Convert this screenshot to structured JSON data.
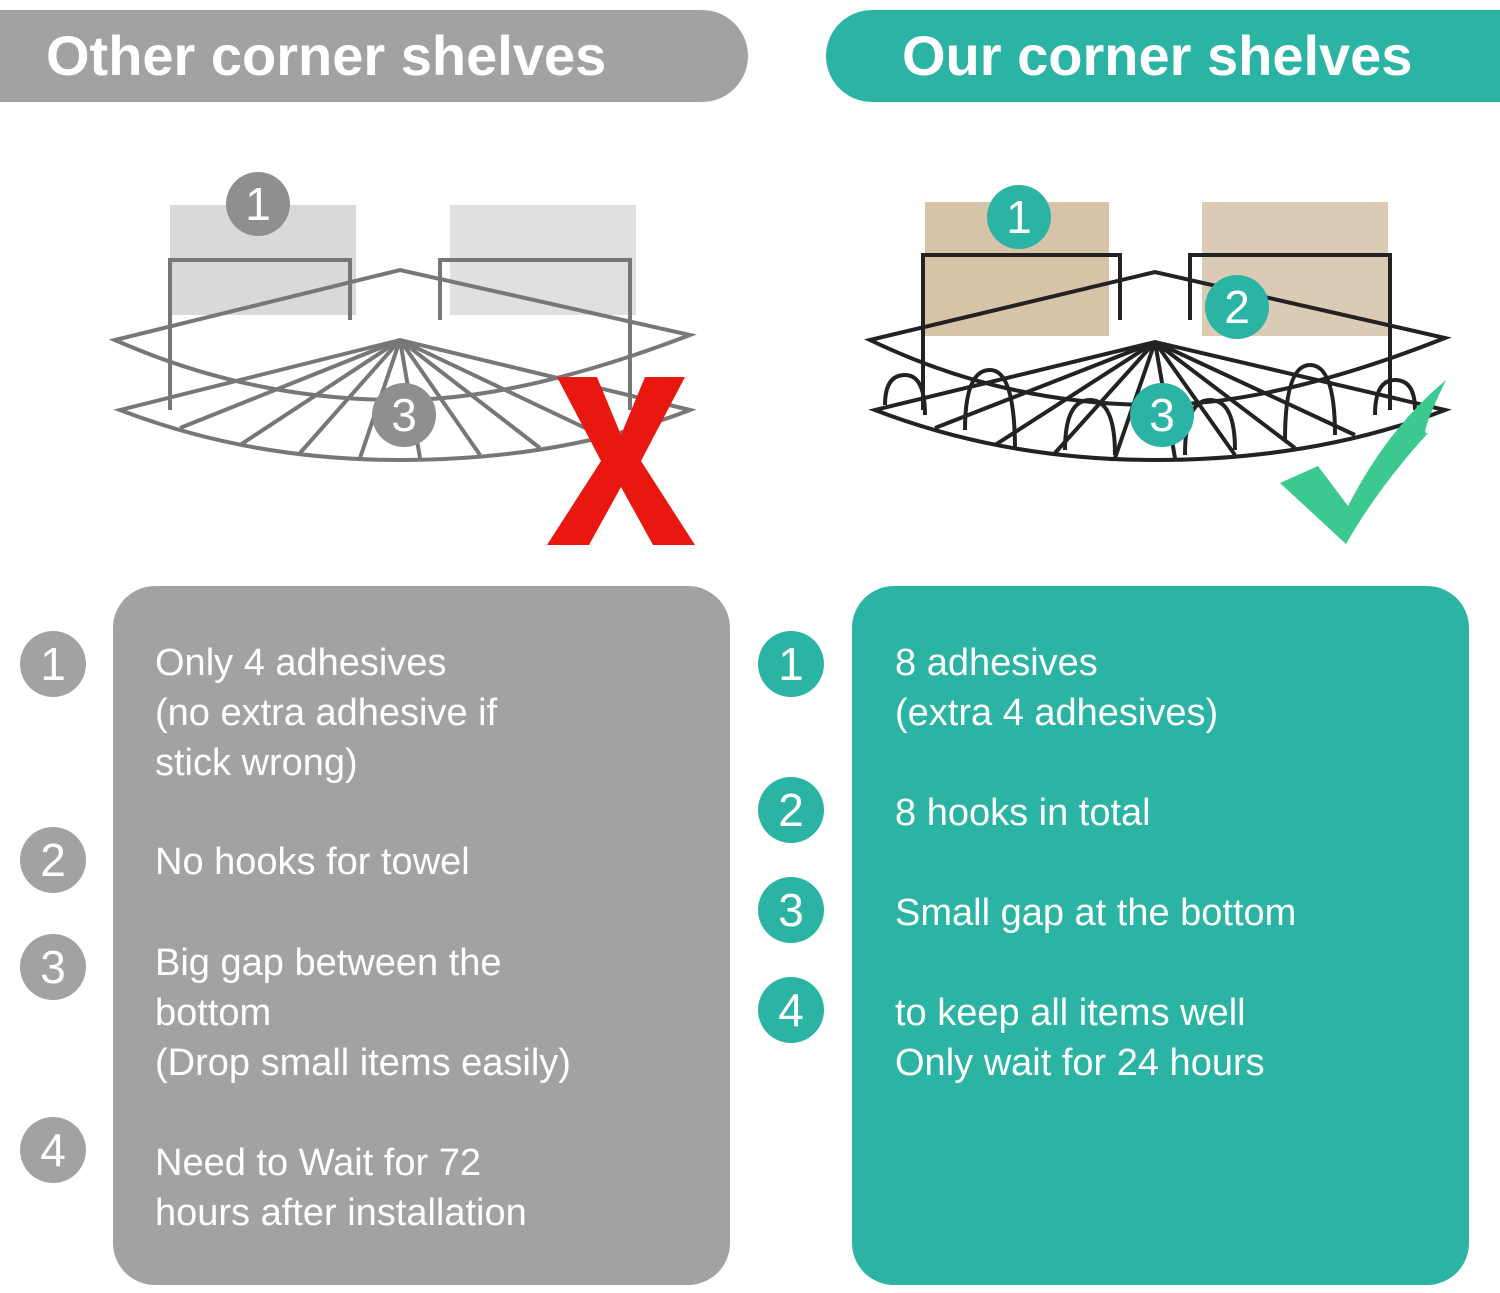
{
  "headers": {
    "other": "Other corner shelves",
    "ours": "Our corner shelves"
  },
  "colors": {
    "gray": "#a2a2a2",
    "teal": "#2bb3a4",
    "cross": "#e8170f",
    "check": "#3cc98f"
  },
  "illustration": {
    "other_markers": [
      "1",
      "3"
    ],
    "ours_markers": [
      "1",
      "2",
      "3"
    ],
    "other_verdict": "cross-icon",
    "ours_verdict": "check-icon"
  },
  "other": {
    "items": [
      {
        "num": "1",
        "lines": [
          "Only 4 adhesives",
          "(no extra adhesive if",
          "stick wrong)"
        ]
      },
      {
        "num": "2",
        "lines": [
          "No hooks for towel"
        ]
      },
      {
        "num": "3",
        "lines": [
          "Big gap between the",
          "bottom",
          "(Drop small items easily)"
        ]
      },
      {
        "num": "4",
        "lines": [
          "Need to Wait for 72",
          "hours after installation"
        ]
      }
    ]
  },
  "ours": {
    "items": [
      {
        "num": "1",
        "lines": [
          "8 adhesives",
          "(extra 4 adhesives)"
        ]
      },
      {
        "num": "2",
        "lines": [
          "8 hooks in total"
        ]
      },
      {
        "num": "3",
        "lines": [
          "Small gap at the bottom"
        ]
      },
      {
        "num": "4",
        "lines": [
          "to keep all items well",
          "Only wait for 24 hours"
        ]
      }
    ]
  }
}
